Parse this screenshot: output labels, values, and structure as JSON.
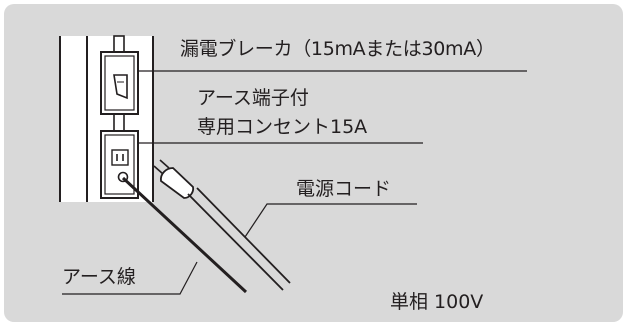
{
  "labels": {
    "breaker": "漏電ブレーカ（15mAまたは30mA）",
    "outlet_line1": "アース端子付",
    "outlet_line2": "専用コンセント15A",
    "power_cord": "電源コード",
    "ground_wire": "アース線",
    "power_supply": "単相 100V"
  },
  "colors": {
    "background": "#d9d9d9",
    "wall": "#ffffff",
    "line": "#231f20"
  }
}
